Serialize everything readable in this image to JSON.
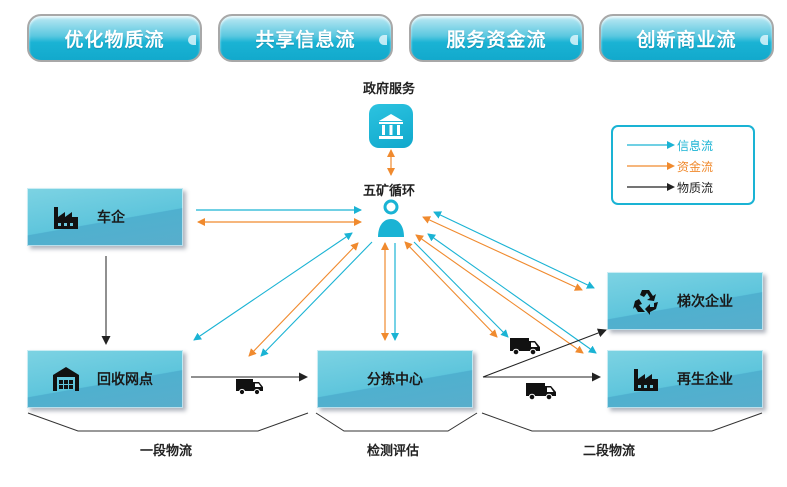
{
  "top_buttons": [
    {
      "label": "优化物质流"
    },
    {
      "label": "共享信息流"
    },
    {
      "label": "服务资金流"
    },
    {
      "label": "创新商业流"
    }
  ],
  "government": {
    "label": "政府服务",
    "icon": "bank-icon"
  },
  "hub": {
    "label": "五矿循环",
    "icon": "person-icon"
  },
  "nodes": {
    "car_company": {
      "label": "车企",
      "icon": "factory-icon"
    },
    "recycling_point": {
      "label": "回收网点",
      "icon": "warehouse-icon"
    },
    "sorting_center": {
      "label": "分拣中心"
    },
    "cascade_company": {
      "label": "梯次企业",
      "icon": "recycle-icon"
    },
    "regeneration_company": {
      "label": "再生企业",
      "icon": "factory-icon"
    }
  },
  "stages": {
    "stage1": "一段物流",
    "inspection": "检测评估",
    "stage2": "二段物流"
  },
  "legend": [
    {
      "label": "信息流",
      "color": "#1ab3d4"
    },
    {
      "label": "资金流",
      "color": "#f08a2e"
    },
    {
      "label": "物质流",
      "color": "#222222"
    }
  ],
  "colors": {
    "info": "#1ab3d4",
    "money": "#f08a2e",
    "material": "#222222",
    "accent": "#1ab3d4"
  }
}
